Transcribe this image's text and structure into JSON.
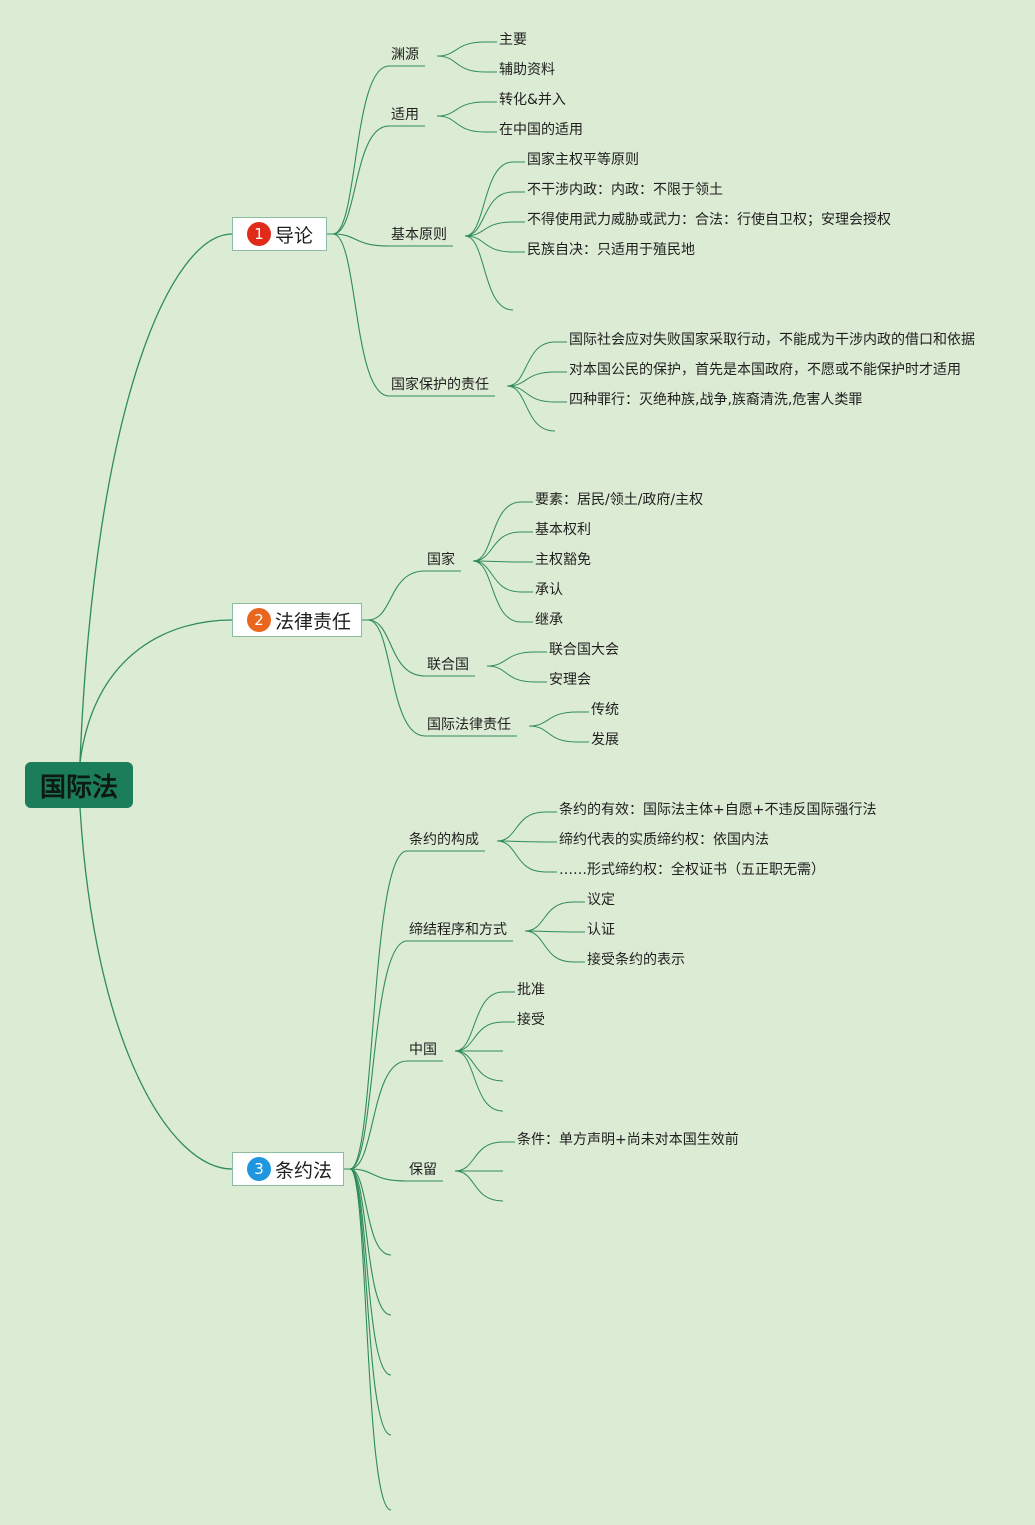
{
  "root": {
    "label": "国际法",
    "color": "#1c7d5a"
  },
  "line_color": "#2e8b5e",
  "background": "#dcebd4",
  "topics": [
    {
      "number": "1",
      "badge_color": "#e02a1a",
      "label": "导论",
      "children": [
        {
          "label": "渊源",
          "children": [
            "主要",
            "辅助资料"
          ]
        },
        {
          "label": "适用",
          "children": [
            "转化&并入",
            "在中国的适用"
          ]
        },
        {
          "label": "基本原则",
          "children": [
            "国家主权平等原则",
            "不干涉内政：内政：不限于领土",
            "不得使用武力威胁或武力：合法：行使自卫权；安理会授权",
            "民族自决：只适用于殖民地",
            ""
          ]
        },
        {
          "label": "国家保护的责任",
          "children": [
            "国际社会应对失败国家采取行动，不能成为干涉内政的借口和依据",
            "对本国公民的保护，首先是本国政府，不愿或不能保护时才适用",
            "四种罪行：灭绝种族,战争,族裔清洗,危害人类罪",
            ""
          ]
        }
      ]
    },
    {
      "number": "2",
      "badge_color": "#e8661e",
      "label": "法律责任",
      "children": [
        {
          "label": "国家",
          "children": [
            "要素：居民/领土/政府/主权",
            "基本权利",
            "主权豁免",
            "承认",
            "继承"
          ]
        },
        {
          "label": "联合国",
          "children": [
            "联合国大会",
            "安理会"
          ]
        },
        {
          "label": "国际法律责任",
          "children": [
            "传统",
            "发展"
          ]
        }
      ]
    },
    {
      "number": "3",
      "badge_color": "#2196e0",
      "label": "条约法",
      "children": [
        {
          "label": "条约的构成",
          "children": [
            "条约的有效：国际法主体+自愿+不违反国际强行法",
            "缔约代表的实质缔约权：依国内法",
            "……形式缔约权：全权证书（五正职无需）"
          ]
        },
        {
          "label": "缔结程序和方式",
          "children": [
            "议定",
            "认证",
            "接受条约的表示"
          ]
        },
        {
          "label": "中国",
          "children": [
            "批准",
            "接受",
            "",
            "",
            ""
          ]
        },
        {
          "label": "保留",
          "children": [
            "条件：单方声明+尚未对本国生效前",
            "",
            ""
          ]
        },
        {
          "label": "",
          "children": []
        },
        {
          "label": "",
          "children": []
        },
        {
          "label": "",
          "children": []
        },
        {
          "label": "",
          "children": []
        },
        {
          "label": "",
          "children": []
        }
      ]
    }
  ]
}
